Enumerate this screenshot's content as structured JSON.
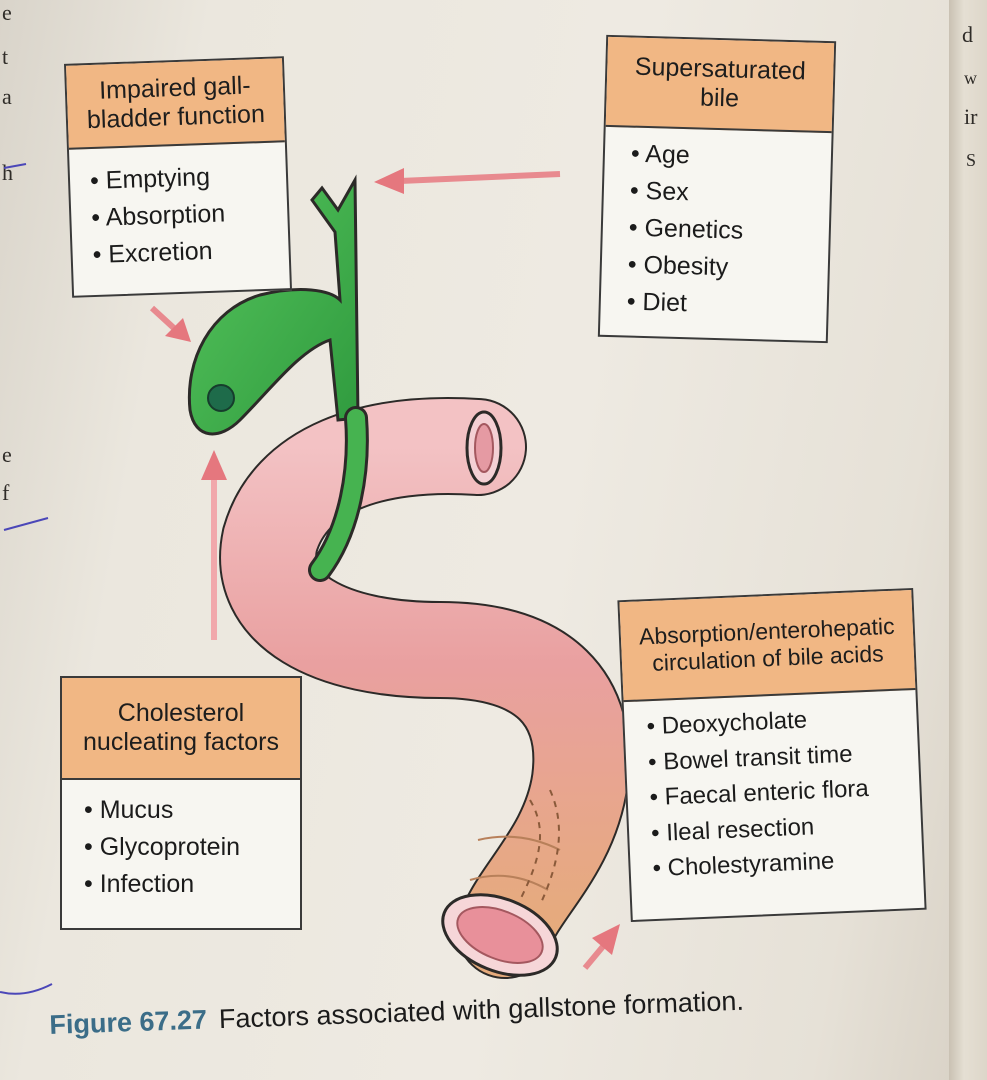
{
  "margin_fragments": [
    "e",
    "t",
    "a",
    "h",
    "e",
    "f",
    "d",
    "w",
    "ir",
    "S"
  ],
  "boxes": {
    "impaired": {
      "title": "Impaired gall-\nbladder function",
      "items": [
        "Emptying",
        "Absorption",
        "Excretion"
      ]
    },
    "supersaturated": {
      "title": "Supersaturated\nbile",
      "items": [
        "Age",
        "Sex",
        "Genetics",
        "Obesity",
        "Diet"
      ]
    },
    "cholesterol": {
      "title": "Cholesterol\nnucleating factors",
      "items": [
        "Mucus",
        "Glycoprotein",
        "Infection"
      ]
    },
    "absorption": {
      "title": "Absorption/enterohepatic\ncirculation of bile acids",
      "items": [
        "Deoxycholate",
        "Bowel transit time",
        "Faecal enteric flora",
        "Ileal resection",
        "Cholestyramine"
      ]
    }
  },
  "caption": {
    "number": "Figure 67.27",
    "text": "Factors associated with gallstone formation."
  },
  "colors": {
    "box_header": "#f1b784",
    "arrow": "#e88a8f",
    "gallbladder": "#3aa84a",
    "intestine": "#e89a8a",
    "caption_number": "#3b6d88"
  }
}
